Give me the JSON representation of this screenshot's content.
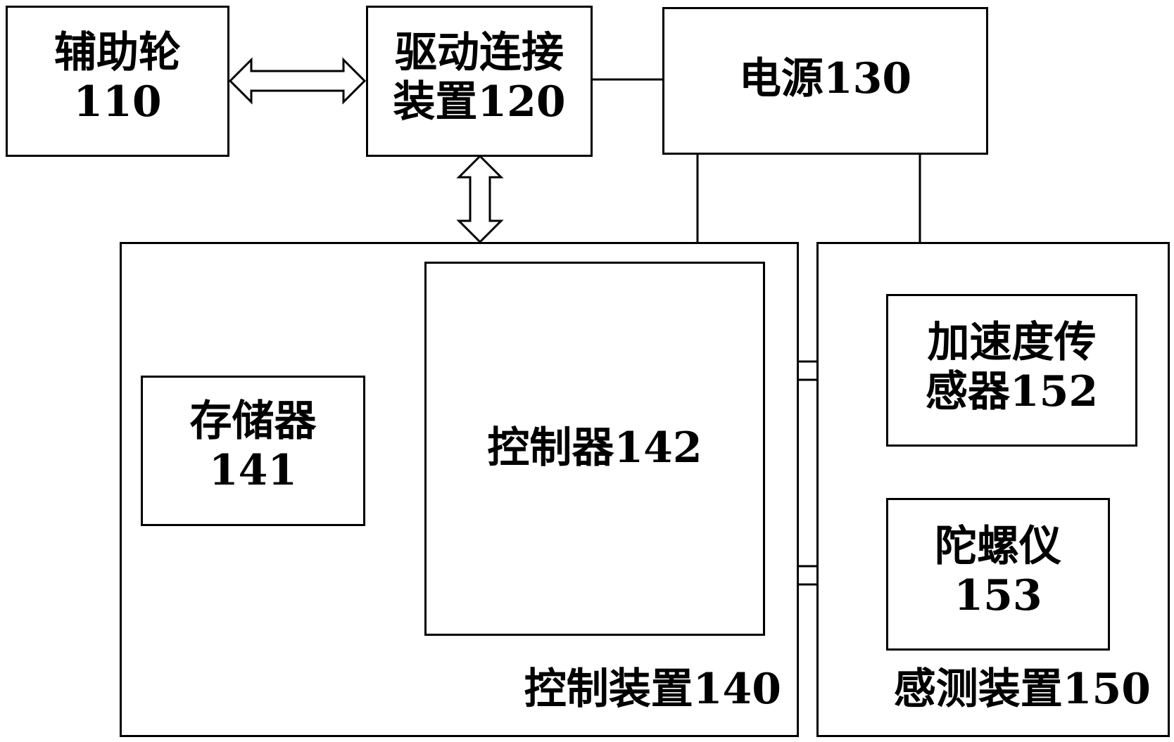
{
  "blocks": {
    "aux_wheel": {
      "line1": "辅助轮",
      "line2": "110"
    },
    "drive": {
      "line1": "驱动连接",
      "line2": "装置120"
    },
    "power": {
      "label": "电源130"
    },
    "control_device": {
      "label": "控制装置140"
    },
    "memory": {
      "line1": "存储器",
      "line2": "141"
    },
    "controller": {
      "label": "控制器142"
    },
    "sensing_device": {
      "label": "感测装置150"
    },
    "accel": {
      "line1": "加速度传",
      "line2": "感器152"
    },
    "gyro": {
      "line1": "陀螺仪",
      "line2": "153"
    }
  }
}
